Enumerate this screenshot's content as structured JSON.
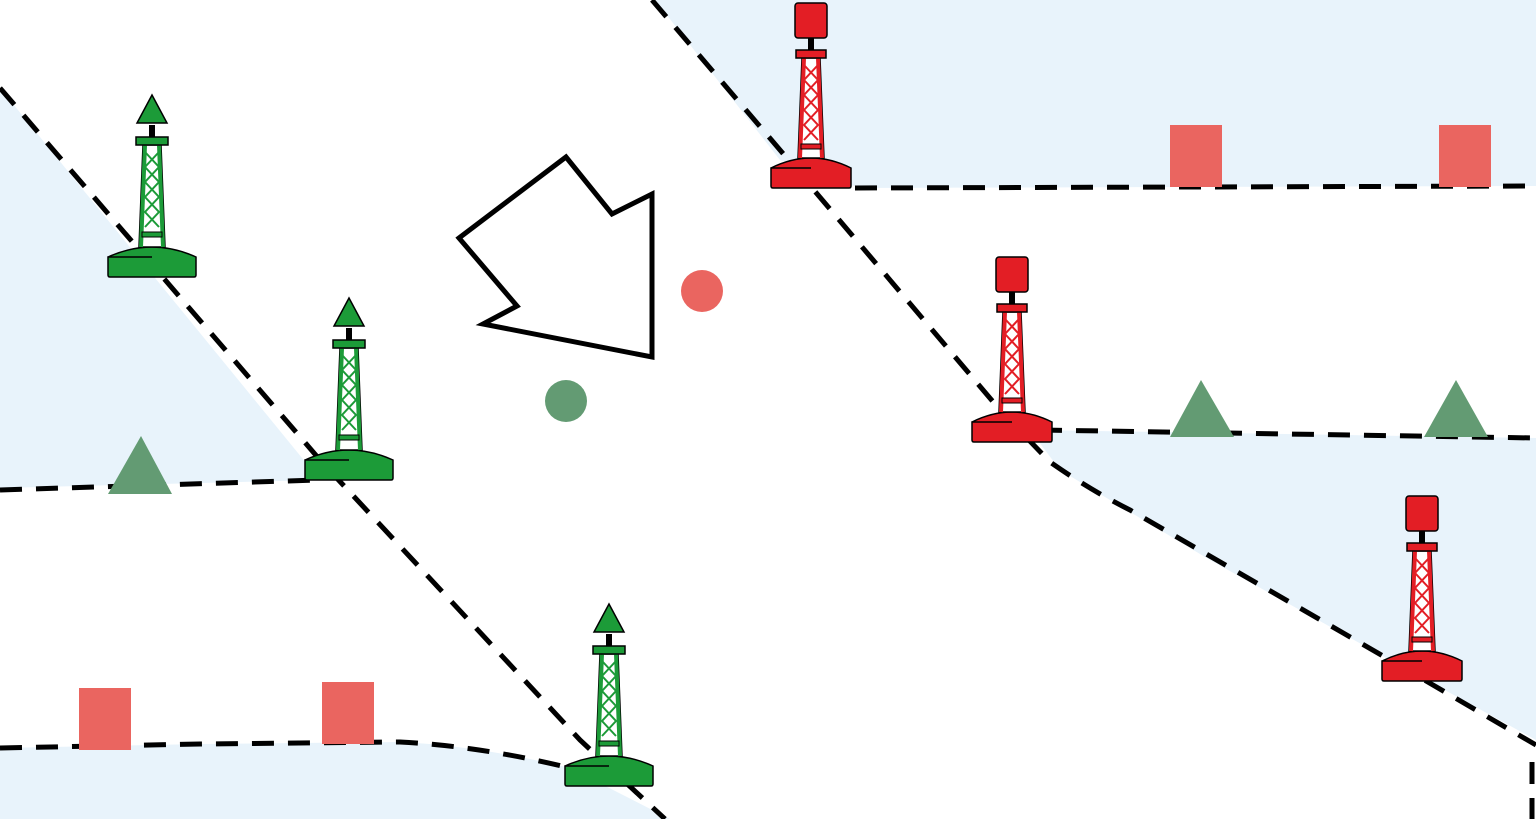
{
  "colors": {
    "background": "#ffffff",
    "water_zone": "#e8f3fb",
    "boundary_line": "#000000",
    "green_buoy": "#1c9b38",
    "red_buoy": "#e31e25",
    "green_marker": "#639b73",
    "red_marker": "#ea6560",
    "arrow_outline": "#000000"
  },
  "legend": {
    "green_marker_shape": "triangle",
    "red_marker_shape": "square",
    "green_buoy_topmark": "cone",
    "red_buoy_topmark": "can"
  },
  "buoys": [
    {
      "id": "buoy-green-1",
      "color": "green",
      "topmark": "cone"
    },
    {
      "id": "buoy-green-2",
      "color": "green",
      "topmark": "cone"
    },
    {
      "id": "buoy-green-3",
      "color": "green",
      "topmark": "cone"
    },
    {
      "id": "buoy-red-1",
      "color": "red",
      "topmark": "can"
    },
    {
      "id": "buoy-red-2",
      "color": "red",
      "topmark": "can"
    },
    {
      "id": "buoy-red-3",
      "color": "red",
      "topmark": "can"
    }
  ],
  "markers": [
    {
      "id": "marker-green-triangle-1",
      "color": "green",
      "shape": "triangle"
    },
    {
      "id": "marker-green-triangle-2",
      "color": "green",
      "shape": "triangle"
    },
    {
      "id": "marker-green-triangle-3",
      "color": "green",
      "shape": "triangle"
    },
    {
      "id": "marker-red-square-1",
      "color": "red",
      "shape": "square"
    },
    {
      "id": "marker-red-square-2",
      "color": "red",
      "shape": "square"
    },
    {
      "id": "marker-red-square-3",
      "color": "red",
      "shape": "square"
    },
    {
      "id": "marker-red-square-4",
      "color": "red",
      "shape": "square"
    },
    {
      "id": "marker-red-dot",
      "color": "red",
      "shape": "circle"
    },
    {
      "id": "marker-green-dot",
      "color": "green",
      "shape": "circle"
    }
  ],
  "arrow": {
    "icon": "direction-arrow-icon"
  }
}
